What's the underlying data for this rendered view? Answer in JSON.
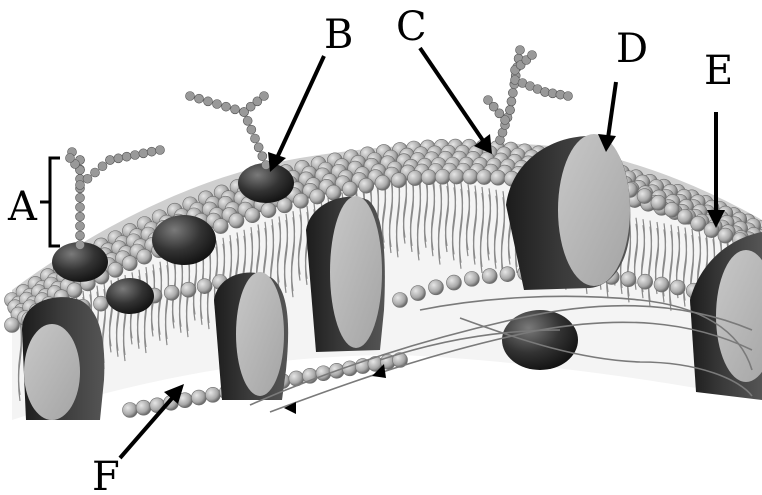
{
  "labels": {
    "a": "A",
    "b": "B",
    "c": "C",
    "d": "D",
    "e": "E",
    "f": "F"
  },
  "colors": {
    "head": "#b3b3b3",
    "head_edge": "#6e6e6e",
    "tail": "#8a8a8a",
    "protein_dark": "#2e2e2e",
    "protein_light": "#bdbdbd",
    "chain": "#999999",
    "arrow": "#000000",
    "label": "#000000"
  }
}
